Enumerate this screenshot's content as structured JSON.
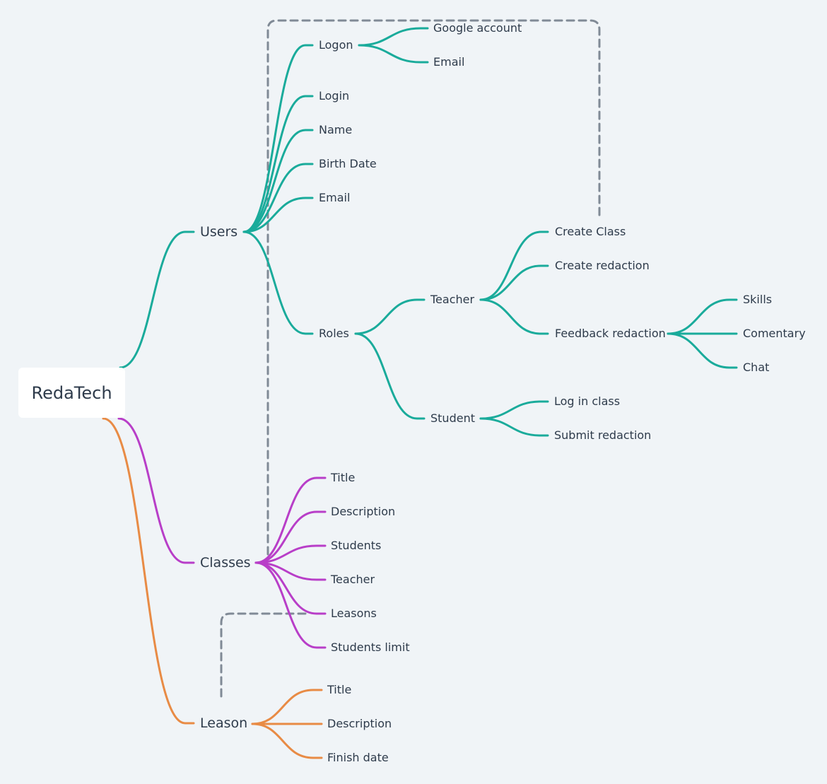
{
  "colors": {
    "users": "#1aab9b",
    "classes": "#b83ec8",
    "leason": "#e88b45",
    "dashed": "#808a96",
    "background": "#f0f4f7"
  },
  "root": {
    "label": "RedaTech"
  },
  "users": {
    "label": "Users",
    "logon": {
      "label": "Logon",
      "children": [
        "Google account",
        "Email"
      ]
    },
    "login": "Login",
    "name": "Name",
    "birth_date": "Birth Date",
    "email": "Email",
    "roles": {
      "label": "Roles",
      "teacher": {
        "label": "Teacher",
        "create_class": "Create Class",
        "create_redaction": "Create redaction",
        "feedback": {
          "label": "Feedback redaction",
          "children": [
            "Skills",
            "Comentary",
            "Chat"
          ]
        }
      },
      "student": {
        "label": "Student",
        "children": [
          "Log in class",
          "Submit redaction"
        ]
      }
    }
  },
  "classes": {
    "label": "Classes",
    "children": [
      "Title",
      "Description",
      "Students",
      "Teacher",
      "Leasons",
      "Students limit"
    ]
  },
  "leason": {
    "label": "Leason",
    "children": [
      "Title",
      "Description",
      "Finish date"
    ]
  }
}
